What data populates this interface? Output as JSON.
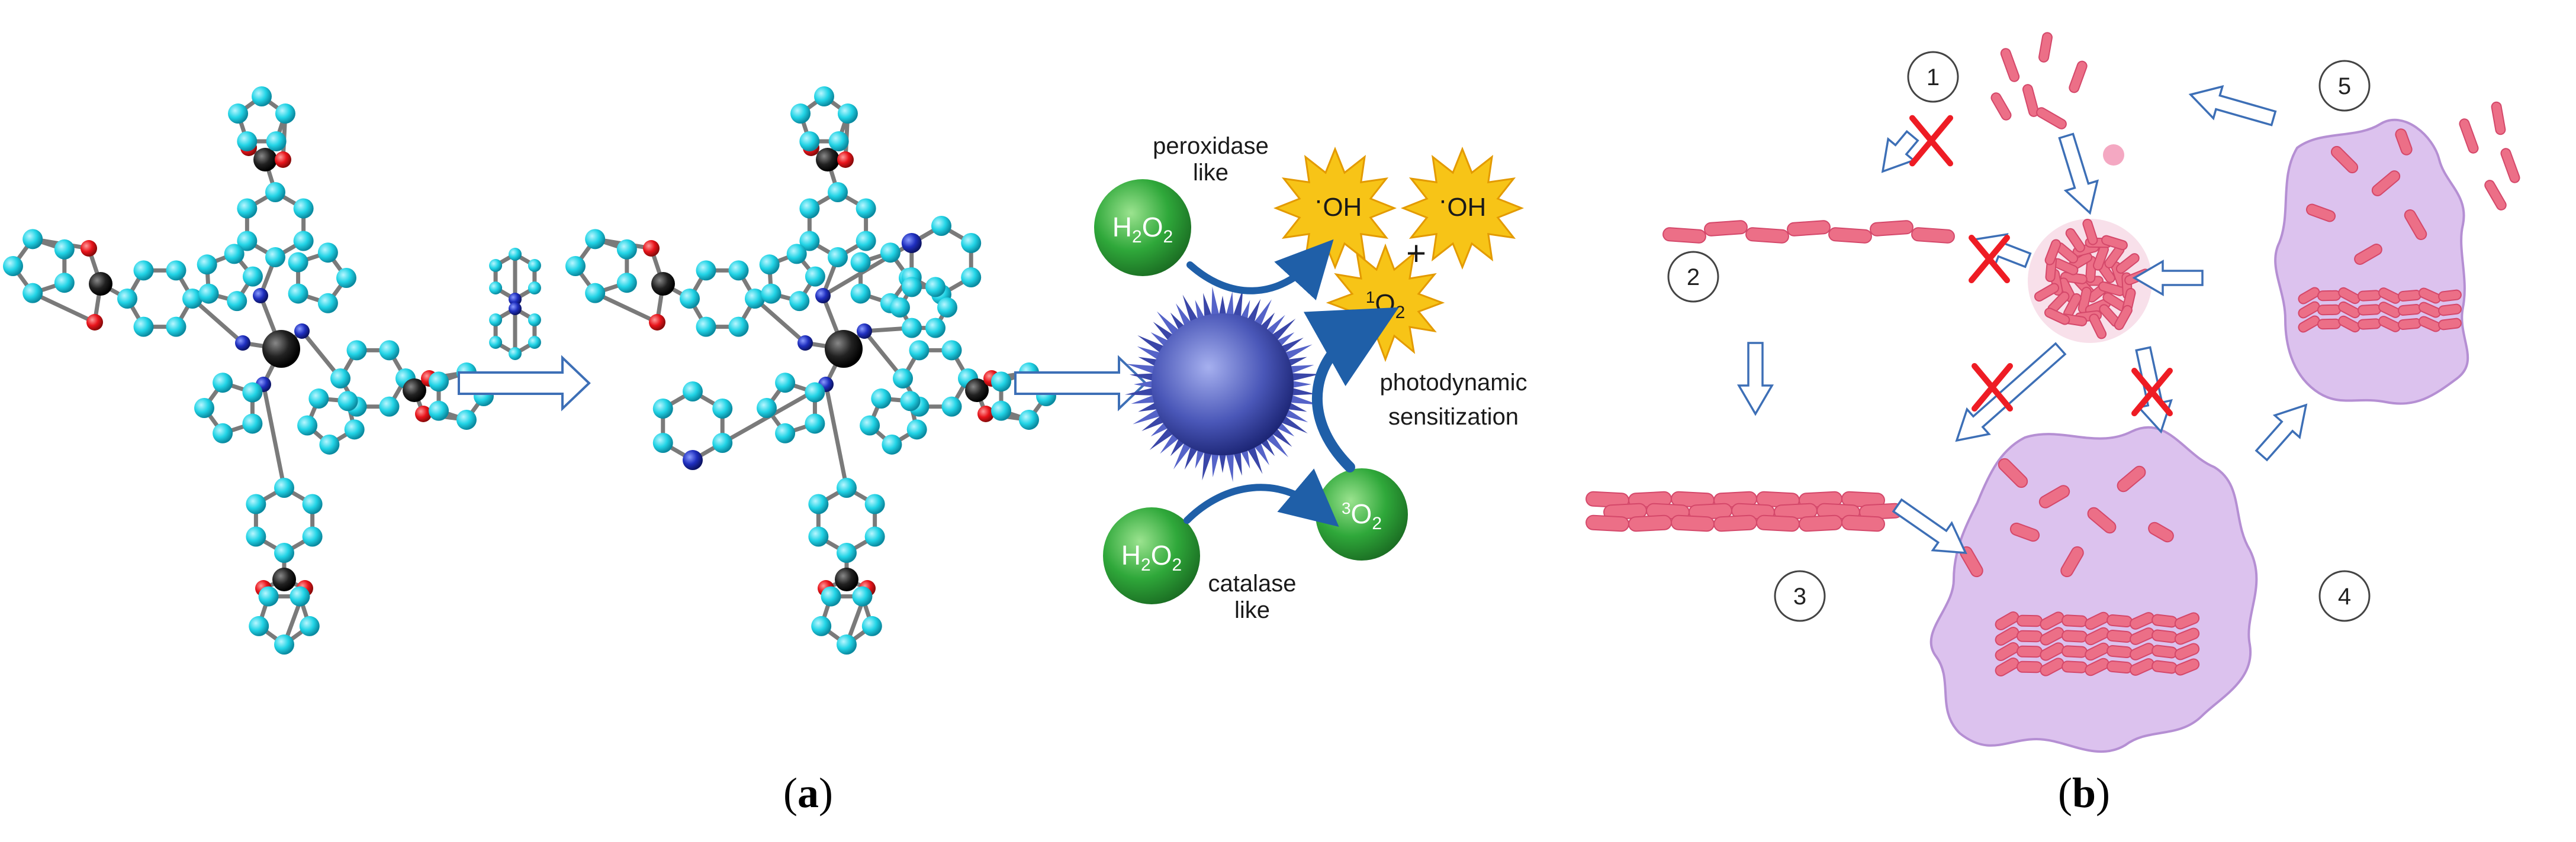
{
  "panel_a": {
    "label_open": "(",
    "label_letter": "a",
    "label_close": ")",
    "peroxidase_line1": "peroxidase",
    "peroxidase_line2": "like",
    "catalase_line1": "catalase",
    "catalase_line2": "like",
    "photodynamic_line1": "photodynamic",
    "photodynamic_line2": "sensitization",
    "h2o2_top_main": "H",
    "h2o2_top_sub1": "2",
    "h2o2_top_mid": "O",
    "h2o2_top_sub2": "2",
    "h2o2_bottom_main": "H",
    "h2o2_bottom_sub1": "2",
    "h2o2_bottom_mid": "O",
    "h2o2_bottom_sub2": "2",
    "oh1_dot": "·",
    "oh1": "OH",
    "oh2_dot": "·",
    "oh2": "OH",
    "plus": "+",
    "singlet_sup": "1",
    "singlet_main": "O",
    "singlet_sub": "2",
    "triplet_sup": "3",
    "triplet_main": "O",
    "triplet_sub": "2",
    "colors": {
      "atom_cyan": "#22d4e6",
      "atom_red": "#e8141b",
      "atom_blue": "#1f2fbf",
      "atom_black": "#222222",
      "green_sphere": "#2fa83a",
      "burst": "#f7c417",
      "reaction_arrow": "#1f5fa8"
    }
  },
  "panel_b": {
    "label_open": "(",
    "label_letter": "b",
    "label_close": ")",
    "steps": [
      "1",
      "2",
      "3",
      "4",
      "5"
    ],
    "colors": {
      "bacteria": "#ec6f87",
      "macrophage": "#d8b9ea",
      "cross": "#ee1c24",
      "flow_arrow": "#3d6fb6"
    }
  }
}
